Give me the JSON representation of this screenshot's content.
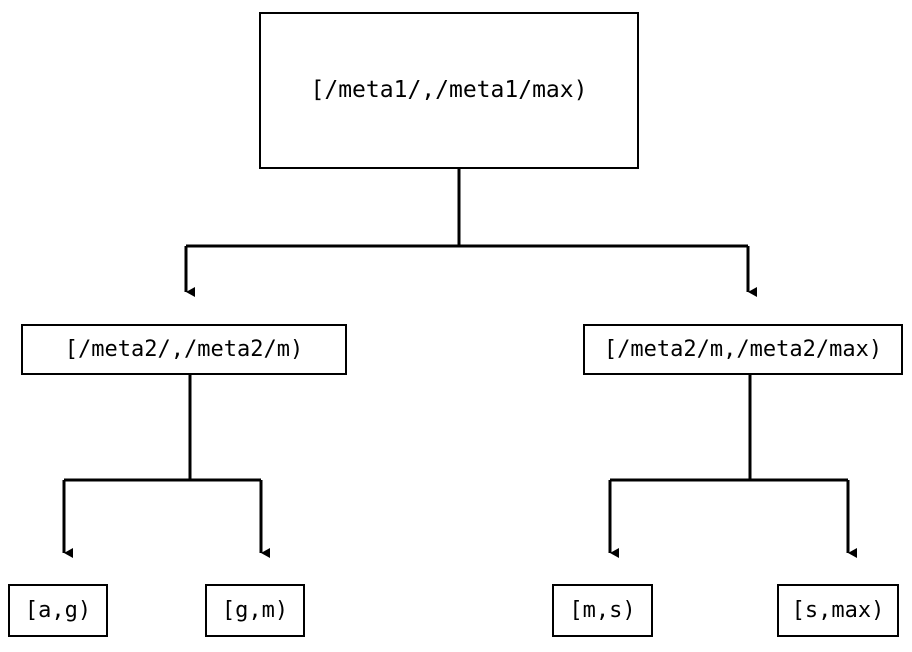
{
  "diagram": {
    "type": "tree",
    "title": "",
    "background_color": "#ffffff",
    "line_color": "#000000",
    "text_color": "#000000",
    "nodes": {
      "root": {
        "label": "[/meta1/,/meta1/max)"
      },
      "left_mid": {
        "label": "[/meta2/,/meta2/m)"
      },
      "right_mid": {
        "label": "[/meta2/m,/meta2/max)"
      },
      "leaf_1": {
        "label": "[a,g)"
      },
      "leaf_2": {
        "label": "[g,m)"
      },
      "leaf_3": {
        "label": "[m,s)"
      },
      "leaf_4": {
        "label": "[s,max)"
      }
    },
    "edges": [
      {
        "from": "root",
        "to": "left_mid"
      },
      {
        "from": "root",
        "to": "right_mid"
      },
      {
        "from": "left_mid",
        "to": "leaf_1"
      },
      {
        "from": "left_mid",
        "to": "leaf_2"
      },
      {
        "from": "right_mid",
        "to": "leaf_3"
      },
      {
        "from": "right_mid",
        "to": "leaf_4"
      }
    ]
  }
}
